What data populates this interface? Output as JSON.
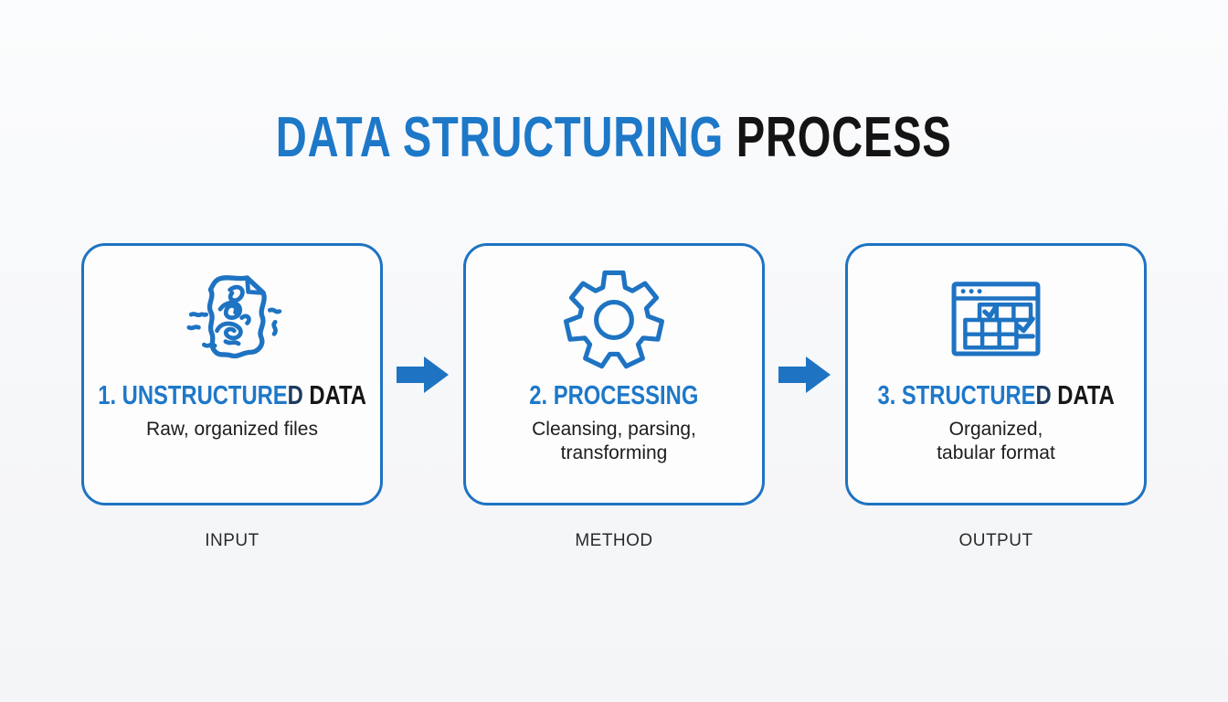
{
  "page": {
    "title_blue": "DATA STRUCTURING",
    "title_black": "PROCESS"
  },
  "colors": {
    "accent_blue": "#1e73c2",
    "text_blue": "#1e78c8",
    "dark_navy": "#1e3a5f",
    "text_black": "#161616",
    "background": "#f6f7f9"
  },
  "boxes": [
    {
      "icon": "crumpled-document-icon",
      "title_blue": "1. UNSTRUCTURE",
      "title_dark": "D",
      "title_black": "DATA",
      "subtitle": "Raw, organized files",
      "footer": "INPUT"
    },
    {
      "icon": "gear-icon",
      "title_blue": "2. PROCESSING",
      "title_dark": "",
      "title_black": "",
      "subtitle": "Cleansing, parsing,\ntransforming",
      "footer": "METHOD"
    },
    {
      "icon": "table-window-icon",
      "title_blue": "3. STRUCTURE",
      "title_dark": "D",
      "title_black": "DATA",
      "subtitle": "Organized,\ntabular format",
      "footer": "OUTPUT"
    }
  ]
}
